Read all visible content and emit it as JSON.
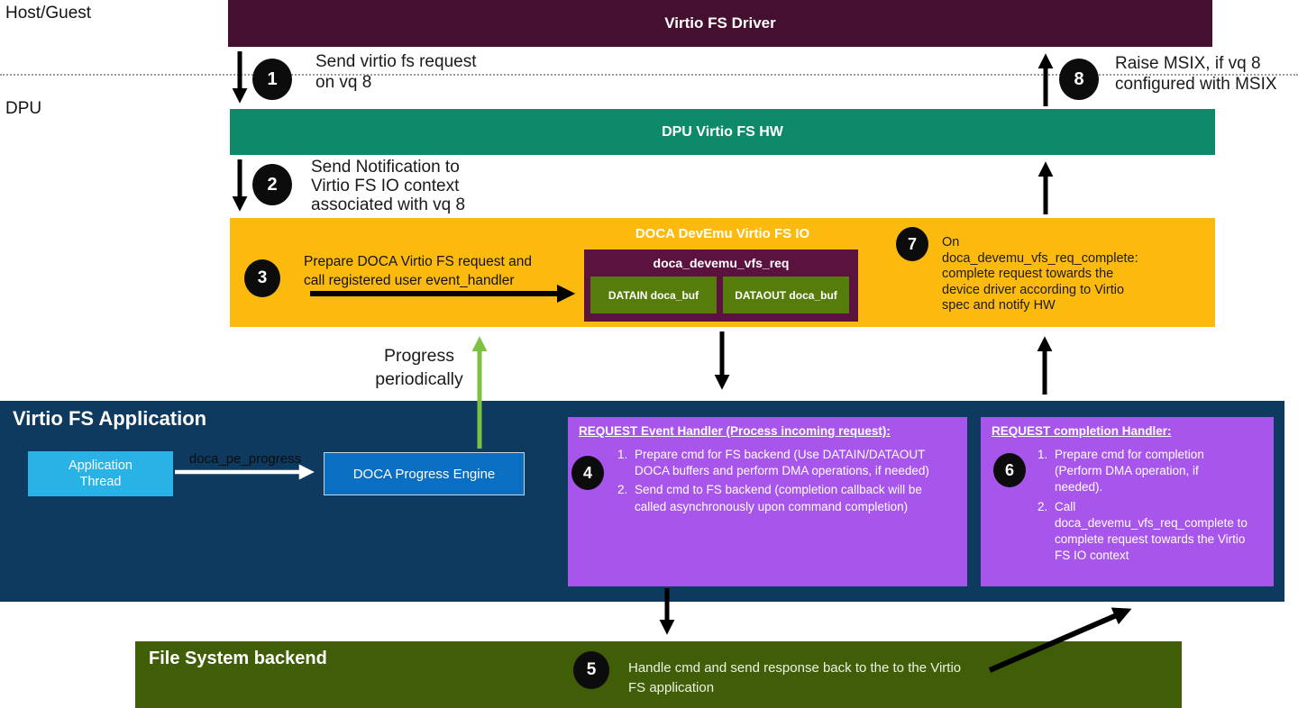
{
  "lanes": {
    "host_guest": "Host/Guest",
    "dpu": "DPU"
  },
  "driver_bar": {
    "title": "Virtio FS Driver"
  },
  "hw_bar": {
    "title": "DPU Virtio FS HW"
  },
  "step1": {
    "number": "1",
    "lines": [
      "Send virtio fs request",
      "on vq 8"
    ]
  },
  "step2": {
    "number": "2",
    "lines": [
      "Send Notification to",
      "Virtio FS IO context",
      "associated with vq 8"
    ]
  },
  "step8": {
    "number": "8",
    "lines": [
      "Raise MSIX, if vq 8",
      "configured with MSIX"
    ]
  },
  "devemu_box": {
    "title": "DOCA DevEmu Virtio FS IO",
    "step3": {
      "number": "3",
      "lines": [
        "Prepare DOCA Virtio FS request and",
        "call registered user event_handler"
      ]
    },
    "req_box": {
      "title": "doca_devemu_vfs_req",
      "datain": "DATAIN doca_buf",
      "dataout": "DATAOUT doca_buf"
    },
    "step7": {
      "number": "7",
      "lines": [
        "On",
        "doca_devemu_vfs_req_complete:",
        "complete request towards the",
        "device driver according to Virtio",
        "spec and notify HW"
      ]
    }
  },
  "progress_label": {
    "lines": [
      "Progress",
      "periodically"
    ]
  },
  "app_box": {
    "title": "Virtio FS Application",
    "app_thread": {
      "lines": [
        "Application",
        "Thread"
      ]
    },
    "pe_arrow_label": "doca_pe_progress",
    "progress_engine": "DOCA Progress Engine",
    "event_handler": {
      "title": "REQUEST Event Handler (Process incoming request):",
      "step_number": "4",
      "items": [
        "Prepare cmd for FS backend (Use DATAIN/DATAOUT DOCA buffers and perform DMA operations, if needed)",
        "Send cmd to FS backend (completion callback will be called asynchronously upon command completion)"
      ]
    },
    "completion_handler": {
      "title": "REQUEST completion Handler:",
      "step_number": "6",
      "items": [
        "Prepare cmd for completion (Perform DMA operation, if needed).",
        "Call doca_devemu_vfs_req_complete to complete request towards the Virtio FS IO context"
      ]
    }
  },
  "backend_bar": {
    "title": "File System backend",
    "step5": {
      "number": "5",
      "lines": [
        "Handle cmd and send response back to the to the Virtio",
        "FS application"
      ]
    }
  },
  "colors": {
    "driver_maroon": "#451030",
    "hw_teal": "#0e8a6a",
    "devemu_yellow": "#fcba0f",
    "req_maroon": "#5b123f",
    "buf_olive": "#567c0c",
    "app_navy": "#0d3a5e",
    "thread_cyan": "#29b2e6",
    "engine_blue": "#0a6fc2",
    "handler_purple": "#a855ec",
    "backend_olive": "#405e08",
    "progress_arrow_green": "#7dc142",
    "arrow_black": "#000000"
  }
}
